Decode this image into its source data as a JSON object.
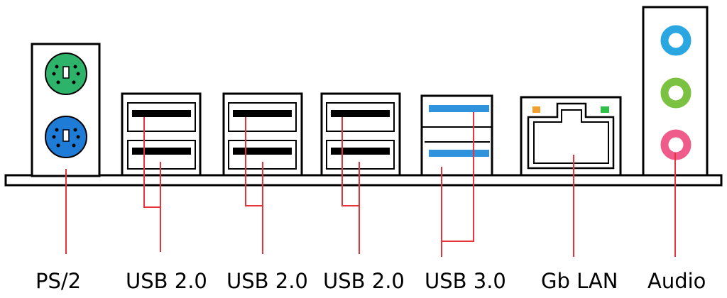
{
  "colors": {
    "outline": "#000000",
    "leader_line": "#e8333b",
    "ps2_mouse": "#2db46a",
    "ps2_keyboard": "#1e7bd6",
    "usb3_blue": "#2f93dd",
    "audio_line_in": "#2aa7e0",
    "audio_line_out": "#7cc242",
    "audio_mic": "#ef5b8b",
    "lan_led_left": "#f0a030",
    "lan_led_right": "#2fc04a"
  },
  "ports": [
    {
      "id": "ps2",
      "label": "PS/2",
      "icon": "ps2-port-icon"
    },
    {
      "id": "usb2-a",
      "label": "USB 2.0",
      "icon": "usb2-port-icon"
    },
    {
      "id": "usb2-b",
      "label": "USB 2.0",
      "icon": "usb2-port-icon"
    },
    {
      "id": "usb2-c",
      "label": "USB 2.0",
      "icon": "usb2-port-icon"
    },
    {
      "id": "usb3",
      "label": "USB 3.0",
      "icon": "usb3-port-icon"
    },
    {
      "id": "lan",
      "label": "Gb LAN",
      "icon": "ethernet-port-icon"
    },
    {
      "id": "audio",
      "label": "Audio",
      "icon": "audio-jack-icon"
    }
  ]
}
